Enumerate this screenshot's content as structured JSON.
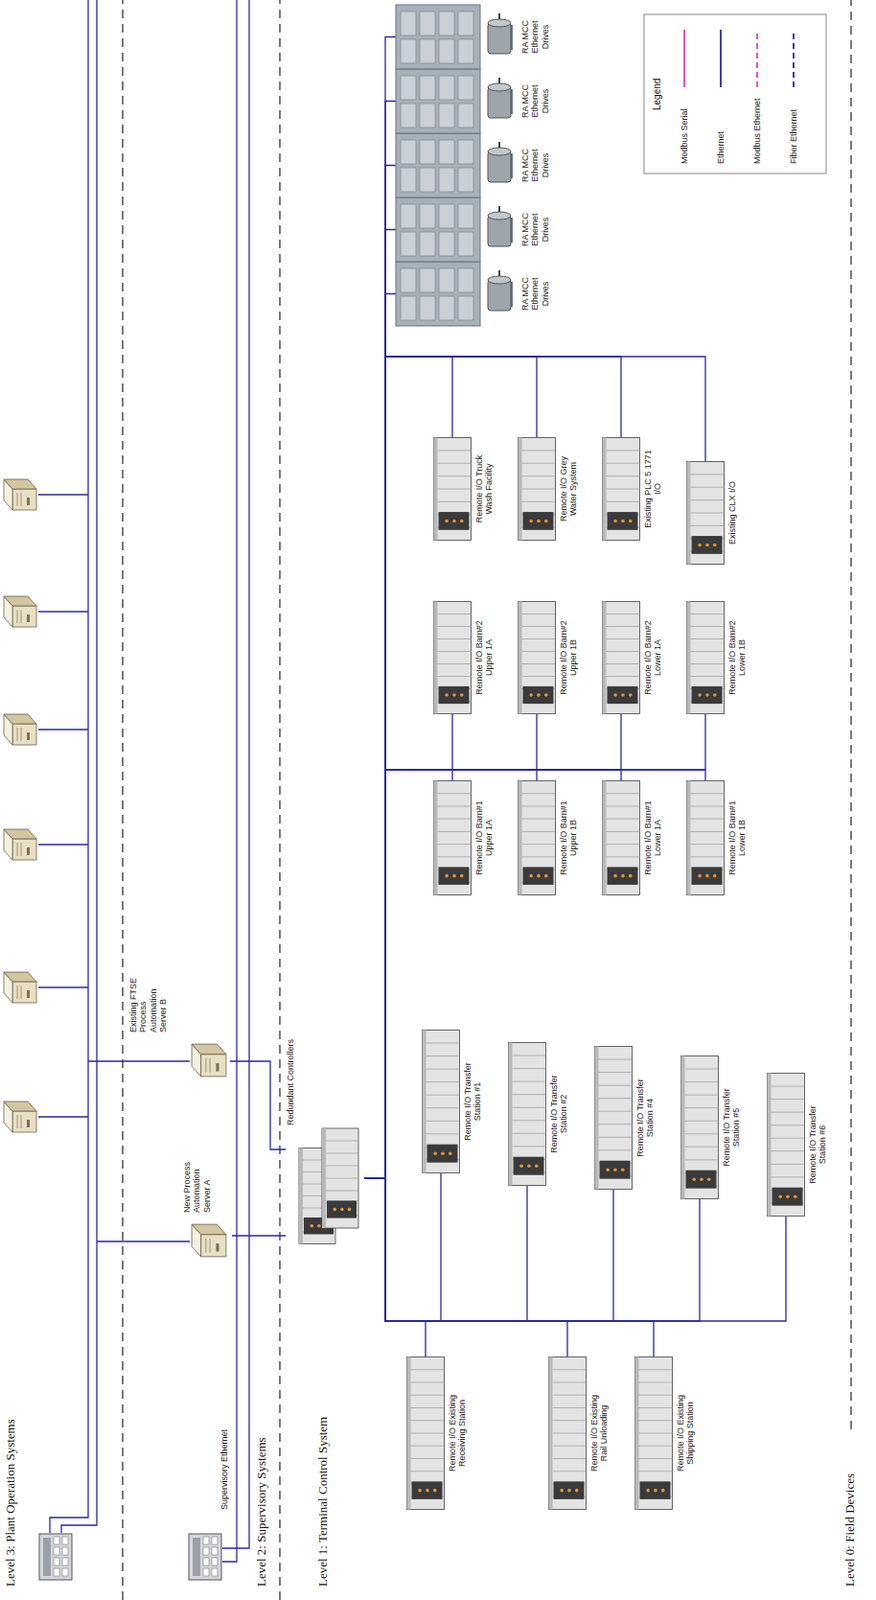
{
  "diagram": {
    "nodes": [
      {
        "text": [
          "New Process Automation Server A"
        ]
      },
      {
        "text": [
          "Existing FTSE Process Automation Server B"
        ]
      },
      {
        "text": [
          "Redundant Controllers"
        ]
      },
      {
        "text": [
          "Remote I/O Existing Receiving Station"
        ]
      },
      {
        "text": [
          "Remote I/O Existing Rail Unloading"
        ]
      },
      {
        "text": [
          "Remote I/O Existing Shipping Station"
        ]
      },
      {
        "text": [
          "Remote I/O Transfer Station #1"
        ]
      },
      {
        "text": [
          "Remote I/O Transfer Station #2"
        ]
      },
      {
        "text": [
          "Remote I/O Transfer Station #4"
        ]
      },
      {
        "text": [
          "Remote I/O Transfer Station #5"
        ]
      },
      {
        "text": [
          "Remote I/O Transfer Station #6"
        ]
      },
      {
        "text": [
          "Remote I/O Barn#1 Upper 1A"
        ]
      },
      {
        "text": [
          "Remote I/O Barn#1 Upper 1B"
        ]
      },
      {
        "text": [
          "Remote I/O Barn#1 Lower 1A"
        ]
      },
      {
        "text": [
          "Remote I/O Barn#1 Lower 1B"
        ]
      },
      {
        "text": [
          "Remote I/O Barn#2 Upper 1A"
        ]
      },
      {
        "text": [
          "Remote I/O Barn#2 Upper 1B"
        ]
      },
      {
        "text": [
          "Remote I/O Barn#2 Lower 1A"
        ]
      },
      {
        "text": [
          "Remote I/O Barn#2 Lower 1B"
        ]
      },
      {
        "text": [
          "Remote I/O Truck Wash Facility"
        ]
      },
      {
        "text": [
          "Remote I/O Grey Water System"
        ]
      },
      {
        "text": [
          "Existing PLC 5 1771 I/O"
        ]
      },
      {
        "text": [
          "Existing CLX I/O"
        ]
      },
      {
        "text": [
          "RA MCC Ethernet Drives"
        ]
      },
      {
        "text": [
          "RA MCC Ethernet Drives"
        ]
      },
      {
        "text": [
          "RA MCC Ethernet Drives"
        ]
      },
      {
        "text": [
          "RA MCC Ethernet Drives"
        ]
      },
      {
        "text": [
          "RA MCC Ethernet Drives"
        ]
      }
    ],
    "edges": [
      {
        "from": 0,
        "to": 2,
        "arrow": "none"
      },
      {
        "from": 1,
        "to": 2,
        "arrow": "none"
      },
      {
        "from": 2,
        "to": 3,
        "arrow": "none"
      },
      {
        "from": 2,
        "to": 4,
        "arrow": "none"
      },
      {
        "from": 2,
        "to": 5,
        "arrow": "none"
      },
      {
        "from": 2,
        "to": 6,
        "arrow": "none"
      },
      {
        "from": 2,
        "to": 7,
        "arrow": "none"
      },
      {
        "from": 2,
        "to": 8,
        "arrow": "none"
      },
      {
        "from": 2,
        "to": 9,
        "arrow": "none"
      },
      {
        "from": 2,
        "to": 10,
        "arrow": "none"
      },
      {
        "from": 2,
        "to": 11,
        "arrow": "none"
      },
      {
        "from": 2,
        "to": 12,
        "arrow": "none"
      },
      {
        "from": 2,
        "to": 13,
        "arrow": "none"
      },
      {
        "from": 2,
        "to": 14,
        "arrow": "none"
      },
      {
        "from": 2,
        "to": 15,
        "arrow": "none"
      },
      {
        "from": 2,
        "to": 16,
        "arrow": "none"
      },
      {
        "from": 2,
        "to": 17,
        "arrow": "none"
      },
      {
        "from": 2,
        "to": 18,
        "arrow": "none"
      },
      {
        "from": 2,
        "to": 19,
        "arrow": "none"
      },
      {
        "from": 2,
        "to": 20,
        "arrow": "none"
      },
      {
        "from": 2,
        "to": 21,
        "arrow": "none"
      },
      {
        "from": 2,
        "to": 22,
        "arrow": "none"
      },
      {
        "from": 2,
        "to": 23,
        "arrow": "none"
      },
      {
        "from": 2,
        "to": 24,
        "arrow": "none"
      },
      {
        "from": 2,
        "to": 25,
        "arrow": "none"
      },
      {
        "from": 2,
        "to": 26,
        "arrow": "none"
      },
      {
        "from": 2,
        "to": 27,
        "arrow": "none"
      }
    ],
    "labels": [
      "Level 3: Plant Operation Systems",
      "Supervisory Ethernet",
      "Level 2: Supervisory Systems",
      "Level 1: Terminal Control System",
      "Level 0: Field Devices",
      "Legend"
    ],
    "legend": [
      {
        "text": "Modbus Serial"
      },
      {
        "text": "Ethernet"
      },
      {
        "text": "Modbus Ethernet"
      },
      {
        "text": "Fiber Ethernet"
      }
    ]
  }
}
